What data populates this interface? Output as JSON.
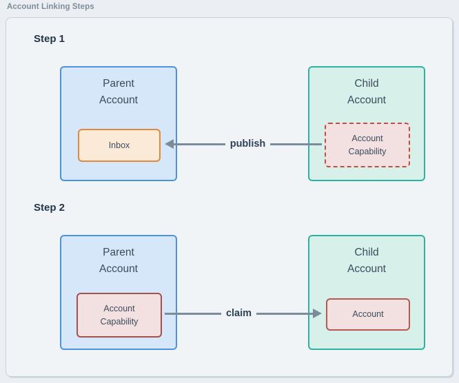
{
  "diagram": {
    "title": "Account Linking Steps"
  },
  "colors": {
    "page_bg": "#ebeff3",
    "canvas_bg": "#f1f4f6",
    "canvas_border": "#c7d1da",
    "heading_text": "#22344a",
    "node_text": "#3c4b5d",
    "parent_fill": "#d5e7f8",
    "parent_border": "#4b93dd",
    "child_fill": "#d7f1ea",
    "child_border": "#2bb3a0",
    "inbox_fill": "#fcead9",
    "inbox_border": "#e2883b",
    "capability_fill": "#f3e1e1",
    "capability_border_dashed": "#c04f43",
    "capability_border_solid": "#a3524a",
    "account_border": "#b25a51",
    "arrow": "#7b8b9a",
    "arrow_label_text": "#2f4156",
    "diagram_title_text": "#7e8c99"
  },
  "steps": [
    {
      "heading": "Step 1",
      "parent": {
        "title": "Parent\nAccount",
        "inner": "Inbox"
      },
      "child": {
        "title": "Child\nAccount",
        "inner": "Account\nCapability"
      },
      "arrow": {
        "label": "publish",
        "direction": "left"
      }
    },
    {
      "heading": "Step 2",
      "parent": {
        "title": "Parent\nAccount",
        "inner": "Account\nCapability"
      },
      "child": {
        "title": "Child\nAccount",
        "inner": "Account"
      },
      "arrow": {
        "label": "claim",
        "direction": "right"
      }
    }
  ]
}
